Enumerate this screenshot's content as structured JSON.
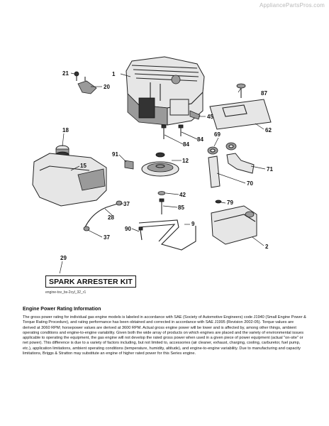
{
  "watermark": "AppliancePartsPros.com",
  "callouts": {
    "p1": "1",
    "p2": "2",
    "p9": "9",
    "p12": "12",
    "p15": "15",
    "p18": "18",
    "p20": "20",
    "p21": "21",
    "p28": "28",
    "p29": "29",
    "p37a": "37",
    "p37b": "37",
    "p42": "42",
    "p45": "45",
    "p62": "62",
    "p69": "69",
    "p70": "70",
    "p71": "71",
    "p79": "79",
    "p84a": "84",
    "p84b": "84",
    "p85": "85",
    "p87": "87",
    "p90": "90",
    "p91": "91"
  },
  "kit_label": "SPARK ARRESTER KIT",
  "figure_code": "engine-tsv_bs-2cyl_32_r1",
  "info": {
    "title": "Engine Power Rating Information",
    "body": "The gross power rating for individual gas engine models is labeled in accordance with SAE (Society of Automotive Engineers) code J1940 (Small Engine Power & Torque Rating Procedure), and rating performance has been obtained and corrected in accordance with SAE J1995 (Revision 2002-05). Torque values are derived at 3060 RPM; horsepower values are derived at 3600 RPM. Actual gross engine power will be lower and is affected by, among other things, ambient operating conditions and engine-to-engine variability. Given both the wide array of products on which engines are placed and the variety of environmental issues applicable to operating the equipment, the gas engine will not develop the rated gross power when used in a given piece of power equipment (actual \"on-site\" or net power). This difference is due to a variety of factors including, but not limited to, accessories (air cleaner, exhaust, charging, cooling, carburetor, fuel pump, etc.), application limitations, ambient operating conditions (temperature, humidity, altitude), and engine-to-engine variability. Due to manufacturing and capacity limitations, Briggs & Stratton may substitute an engine of higher rated power for this Series engine."
  }
}
